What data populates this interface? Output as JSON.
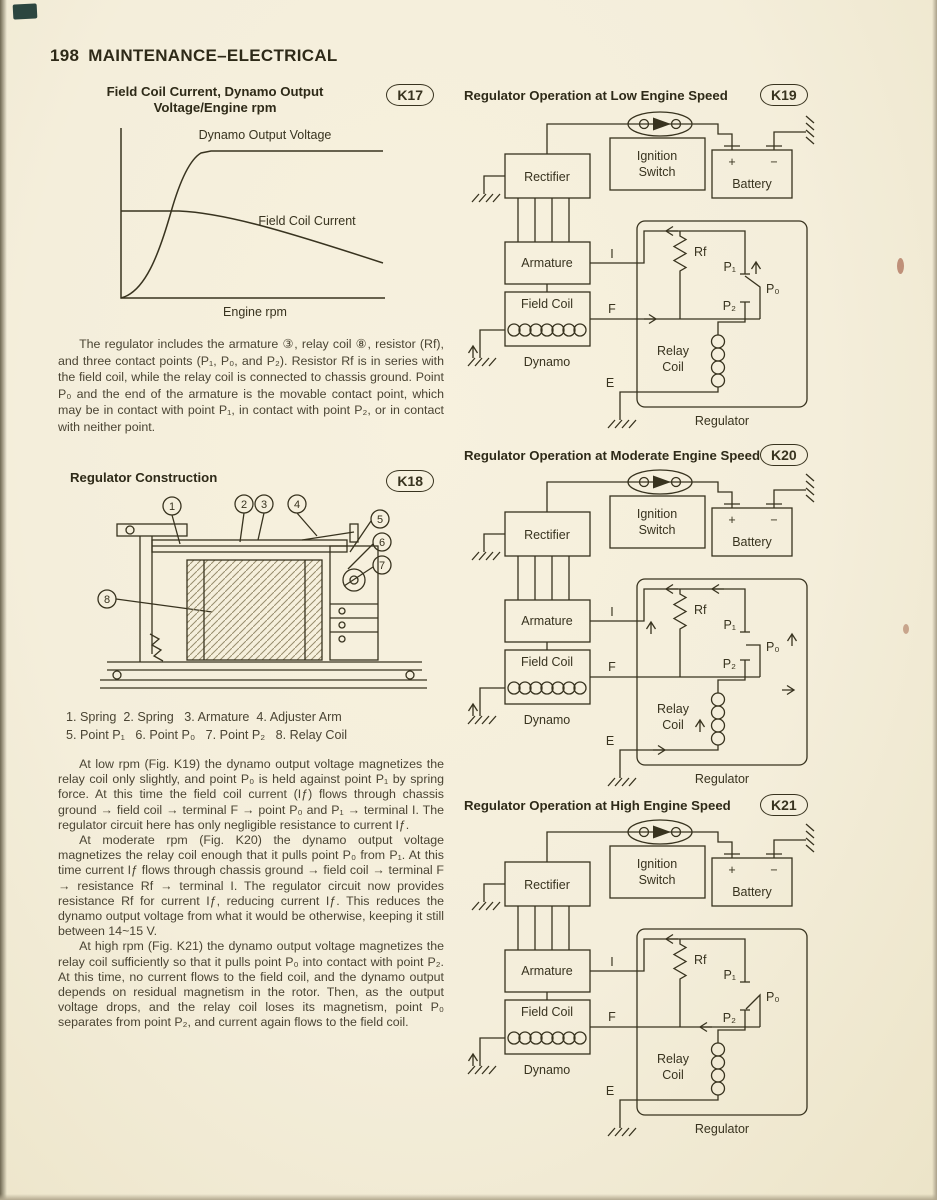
{
  "page": {
    "number": "198",
    "title": "MAINTENANCE–ELECTRICAL"
  },
  "k17": {
    "badge": "K17",
    "title1": "Field Coil Current, Dynamo Output",
    "title2": "Voltage/Engine rpm",
    "label_dynamo": "Dynamo Output Voltage",
    "label_field": "Field Coil Current",
    "label_x": "Engine rpm"
  },
  "para1": "The regulator includes the armature ③, relay coil ⑧, resistor (Rf), and three contact points (P₁, P₀, and P₂). Resistor Rf is in series with the field coil, while the relay coil is connected to chassis ground.  Point P₀ and the end of the armature is the movable contact point, which may be in contact with point P₁, in contact with point P₂, or in contact with neither point.",
  "k18": {
    "badge": "K18",
    "title": "Regulator Construction",
    "callouts": [
      "1",
      "2",
      "3",
      "4",
      "5",
      "6",
      "7",
      "8"
    ],
    "legend1": "1. Spring  2. Spring   3. Armature  4. Adjuster Arm",
    "legend2": "5. Point P₁   6. Point P₀   7. Point P₂   8. Relay Coil"
  },
  "para2": "At low rpm (Fig. K19) the dynamo output voltage magnetizes the relay coil only slightly, and point P₀ is held against point P₁ by spring force.  At this time the field coil current (Iƒ) flows through chassis ground → field coil → terminal F → point P₀ and P₁ → terminal I.  The regulator circuit here has only negligible resistance to current Iƒ.",
  "para3": "At moderate rpm (Fig. K20) the dynamo output voltage magnetizes the relay coil enough that it pulls point P₀ from P₁.  At this time current Iƒ flows through chassis ground → field coil → terminal F → resistance Rf → terminal I.  The regulator circuit now provides resistance Rf for current Iƒ, reducing current Iƒ.  This reduces the dynamo output voltage from what it would be otherwise, keeping it still between 14~15 V.",
  "para4": "At high rpm (Fig. K21) the dynamo output voltage magnetizes the relay coil sufficiently so that it pulls point P₀ into contact with point P₂.  At this time, no current flows to the field coil, and the dynamo output depends on residual magnetism in the rotor. Then, as the output voltage drops, and the relay coil loses its magnetism, point P₀ separates from point P₂, and current again flows to the field coil.",
  "diagrams": {
    "k19": {
      "badge": "K19",
      "title": "Regulator Operation at Low Engine Speed"
    },
    "k20": {
      "badge": "K20",
      "title": "Regulator Operation at Moderate Engine Speed"
    },
    "k21": {
      "badge": "K21",
      "title": "Regulator Operation at High Engine Speed"
    },
    "labels": {
      "rectifier": "Rectifier",
      "ignition1": "Ignition",
      "ignition2": "Switch",
      "battery": "Battery",
      "plus": "+",
      "minus": "−",
      "armature": "Armature",
      "field_coil": "Field Coil",
      "dynamo": "Dynamo",
      "rf": "Rf",
      "p1": "P₁",
      "p0": "P₀",
      "p2": "P₂",
      "relay1": "Relay",
      "relay2": "Coil",
      "regulator": "Regulator",
      "i": "I",
      "f": "F",
      "e": "E"
    }
  },
  "chart_data": {
    "type": "line",
    "title": "Field Coil Current, Dynamo Output Voltage/Engine rpm",
    "xlabel": "Engine rpm",
    "ylabel": "",
    "axes_numeric": false,
    "note": "No numeric scale printed; values are relative (0–1) estimated from curve shape.",
    "series": [
      {
        "name": "Dynamo Output Voltage",
        "x_rel": [
          0,
          0.05,
          0.1,
          0.15,
          0.2,
          0.25,
          0.3,
          0.4,
          0.6,
          0.8,
          1.0
        ],
        "y_rel": [
          0,
          0.08,
          0.25,
          0.5,
          0.72,
          0.87,
          0.96,
          1.0,
          1.0,
          1.0,
          1.0
        ]
      },
      {
        "name": "Field Coil Current",
        "x_rel": [
          0,
          0.1,
          0.2,
          0.3,
          0.4,
          0.6,
          0.8,
          1.0
        ],
        "y_rel": [
          0.52,
          0.52,
          0.52,
          0.5,
          0.46,
          0.38,
          0.31,
          0.26
        ]
      }
    ],
    "legend_position": "inline labels on plot"
  }
}
